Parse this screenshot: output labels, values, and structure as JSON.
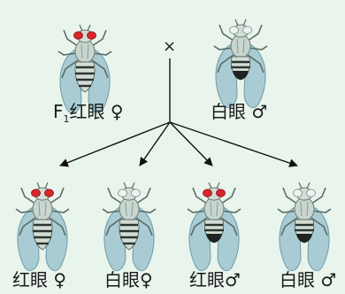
{
  "parents": {
    "female": {
      "prefix": "F",
      "sub": "1",
      "label": "红眼 ♀",
      "eye_color": "red"
    },
    "male": {
      "label": "白眼 ♂",
      "eye_color": "white"
    }
  },
  "cross_symbol": "×",
  "offspring": [
    {
      "label": "红眼 ♀",
      "eye_color": "red",
      "sex": "female"
    },
    {
      "label": "白眼♀",
      "eye_color": "white",
      "sex": "female"
    },
    {
      "label": "红眼♂",
      "eye_color": "red",
      "sex": "male"
    },
    {
      "label": "白眼 ♂",
      "eye_color": "white",
      "sex": "male"
    }
  ],
  "colors": {
    "background": "#e8f4ec",
    "red_eye": "#d8262b",
    "white_eye": "#eef3f1",
    "body": "#c9d6cf",
    "wing": "#a9ccd4"
  }
}
